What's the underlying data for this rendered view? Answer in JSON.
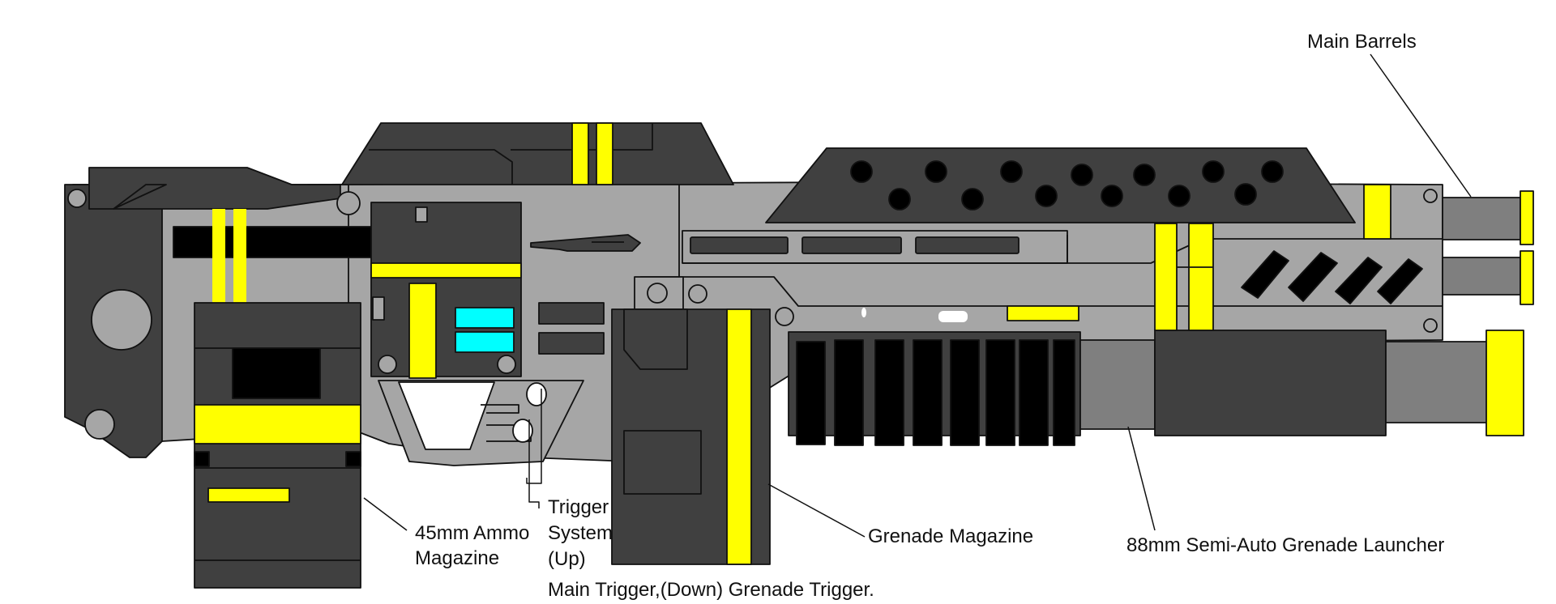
{
  "colors": {
    "dark": "#404040",
    "body": "#a6a6a6",
    "mid": "#7f7f7f",
    "black": "#000000",
    "yellow": "#ffff00",
    "cyan": "#00ffff",
    "outline": "#111111",
    "white": "#ffffff"
  },
  "labels": {
    "main_barrels": "Main Barrels",
    "ammo_mag_line1": "45mm Ammo",
    "ammo_mag_line2": "Magazine",
    "trigger_line1": "Trigger",
    "trigger_line2": "System",
    "trigger_line3": "(Up)",
    "trigger_line4": "Main Trigger,(Down) Grenade Trigger.",
    "grenade_magazine": "Grenade Magazine",
    "launcher": "88mm Semi-Auto Grenade Launcher"
  }
}
